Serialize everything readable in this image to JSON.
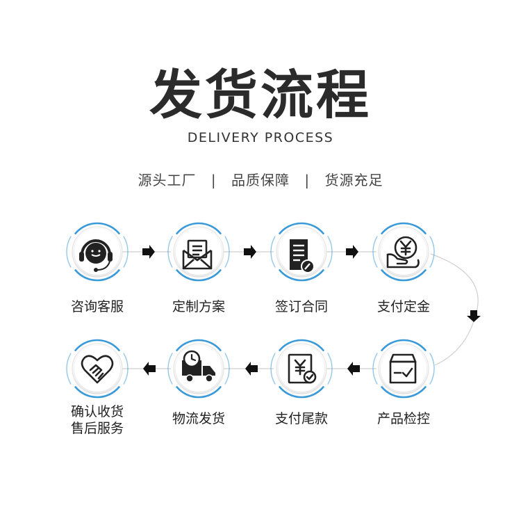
{
  "title": "发货流程",
  "subtitle": "DELIVERY PROCESS",
  "tagline": [
    "源头工厂",
    "品质保障",
    "货源充足"
  ],
  "tagline_separator": "|",
  "accent_color": "#3a9ad9",
  "steps": [
    {
      "label": "咨询客服",
      "icon": "customer-service-headset-icon"
    },
    {
      "label": "定制方案",
      "icon": "envelope-letter-icon"
    },
    {
      "label": "签订合同",
      "icon": "contract-sign-icon"
    },
    {
      "label": "支付定金",
      "icon": "yen-coin-hand-icon"
    },
    {
      "label": "产品检控",
      "icon": "box-check-icon"
    },
    {
      "label": "支付尾款",
      "icon": "yen-receipt-check-icon"
    },
    {
      "label": "物流发货",
      "icon": "delivery-truck-icon"
    },
    {
      "label": "确认收货\n售后服务",
      "icon": "handshake-heart-icon"
    }
  ]
}
